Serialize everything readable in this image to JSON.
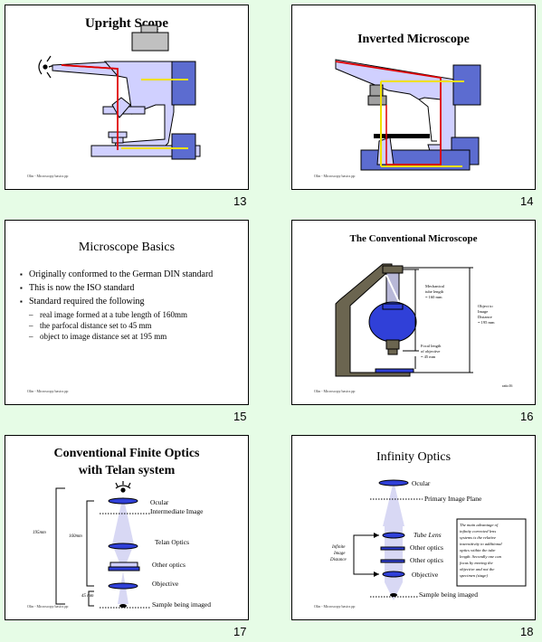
{
  "slides": [
    {
      "title": "Upright Scope",
      "footer": "Olin - Microscopy basics pp",
      "number": "13"
    },
    {
      "title": "Inverted Microscope",
      "footer": "Olin - Microscopy basics pp",
      "number": "14"
    },
    {
      "title": "Microscope Basics",
      "footer": "Olin - Microscopy basics pp",
      "number": "15",
      "bullets": [
        "Originally conformed to the German DIN standard",
        "This is now the ISO standard",
        "Standard required the following"
      ],
      "sub_bullets": [
        "real image formed at a tube length of 160mm",
        "the parfocal distance set to 45 mm",
        "object to image distance set at 195 mm"
      ]
    },
    {
      "title": "The Conventional Microscope",
      "footer": "Olin - Microscopy basics pp",
      "number": "16",
      "labels": {
        "mech_tube": [
          "Mechanical",
          "tube length",
          "= 160 mm"
        ],
        "obj_image": [
          "Object to",
          "Image",
          "Distance",
          "= 195 mm"
        ],
        "focal": [
          "Focal length",
          "of objective",
          "= 45 mm"
        ],
        "corner": "ratio16"
      }
    },
    {
      "title_line1": "Conventional Finite Optics",
      "title_line2": "with Telan system",
      "footer": "Olin - Microscopy basics pp",
      "number": "17",
      "labels": {
        "ocular": "Ocular",
        "intermediate": "Intermediate Image",
        "telan": "Telan Optics",
        "other": "Other optics",
        "objective": "Objective",
        "sample": "Sample being imaged",
        "dist195": "195mm",
        "dist160": "160mm",
        "dist45": "45 mm"
      }
    },
    {
      "title": "Infinity Optics",
      "footer": "Olin - Microscopy basics pp",
      "number": "18",
      "labels": {
        "ocular": "Ocular",
        "primary": "Primary Image Plane",
        "tube_lens": "Tube Lens",
        "other1": "Other optics",
        "other2": "Other optics",
        "objective": "Objective",
        "sample": "Sample being imaged",
        "infinite": [
          "Infinite",
          "Image",
          "Distance"
        ],
        "note": [
          "The main advantage of",
          "infinity corrected lens",
          "systems is the relative",
          "insensitivity to additional",
          "optics within the tube",
          "length. Secondly one can",
          "focus by moving the",
          "objective and not the",
          "specimen (stage)"
        ]
      }
    }
  ],
  "colors": {
    "body_fill": "#d0d0ff",
    "body_stroke": "#000000",
    "box_blue": "#5c6cd0",
    "light_path": "#e00000",
    "axis_yellow": "#f0e000",
    "olive": "#6b6550",
    "lens_blue": "#3040d8"
  }
}
